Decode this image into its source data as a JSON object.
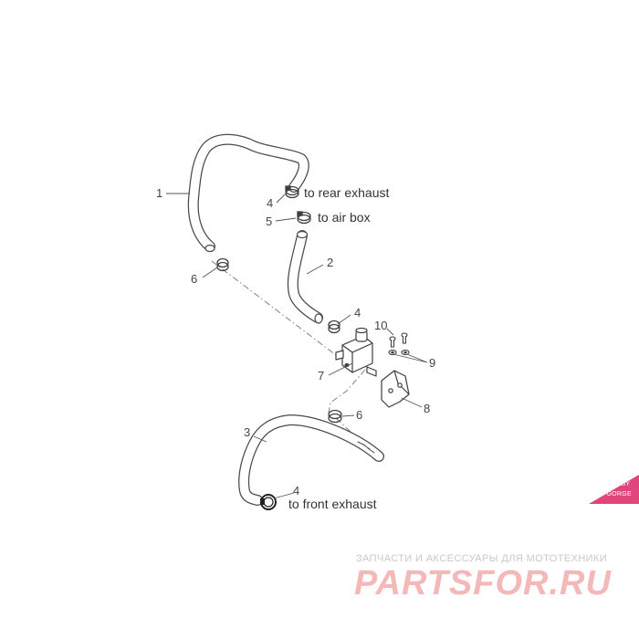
{
  "parts": {
    "hose_1": "1",
    "hose_2": "2",
    "hose_3": "3",
    "clamp_4_rear": "4",
    "clamp_4_mid": "4",
    "clamp_4_front": "4",
    "clamp_5": "5",
    "clamp_6_upper": "6",
    "clamp_6_lower": "6",
    "valve_7": "7",
    "bracket_8": "8",
    "washer_9": "9",
    "screw_10": "10"
  },
  "destinations": {
    "rear_exhaust": "to rear exhaust",
    "air_box": "to air box",
    "front_exhaust": "to front exhaust"
  },
  "watermark": {
    "tagline": "ЗАПЧАСТИ И АКСЕССУАРЫ ДЛЯ МОТОТЕХНИКИ",
    "brand": "PARTSFOR.RU",
    "badge_line1": "BY",
    "badge_line2": "GORGE"
  },
  "colors": {
    "line": "#4a4a4a",
    "watermark_pink": "#f4b8b8",
    "badge": "#e0457b"
  }
}
